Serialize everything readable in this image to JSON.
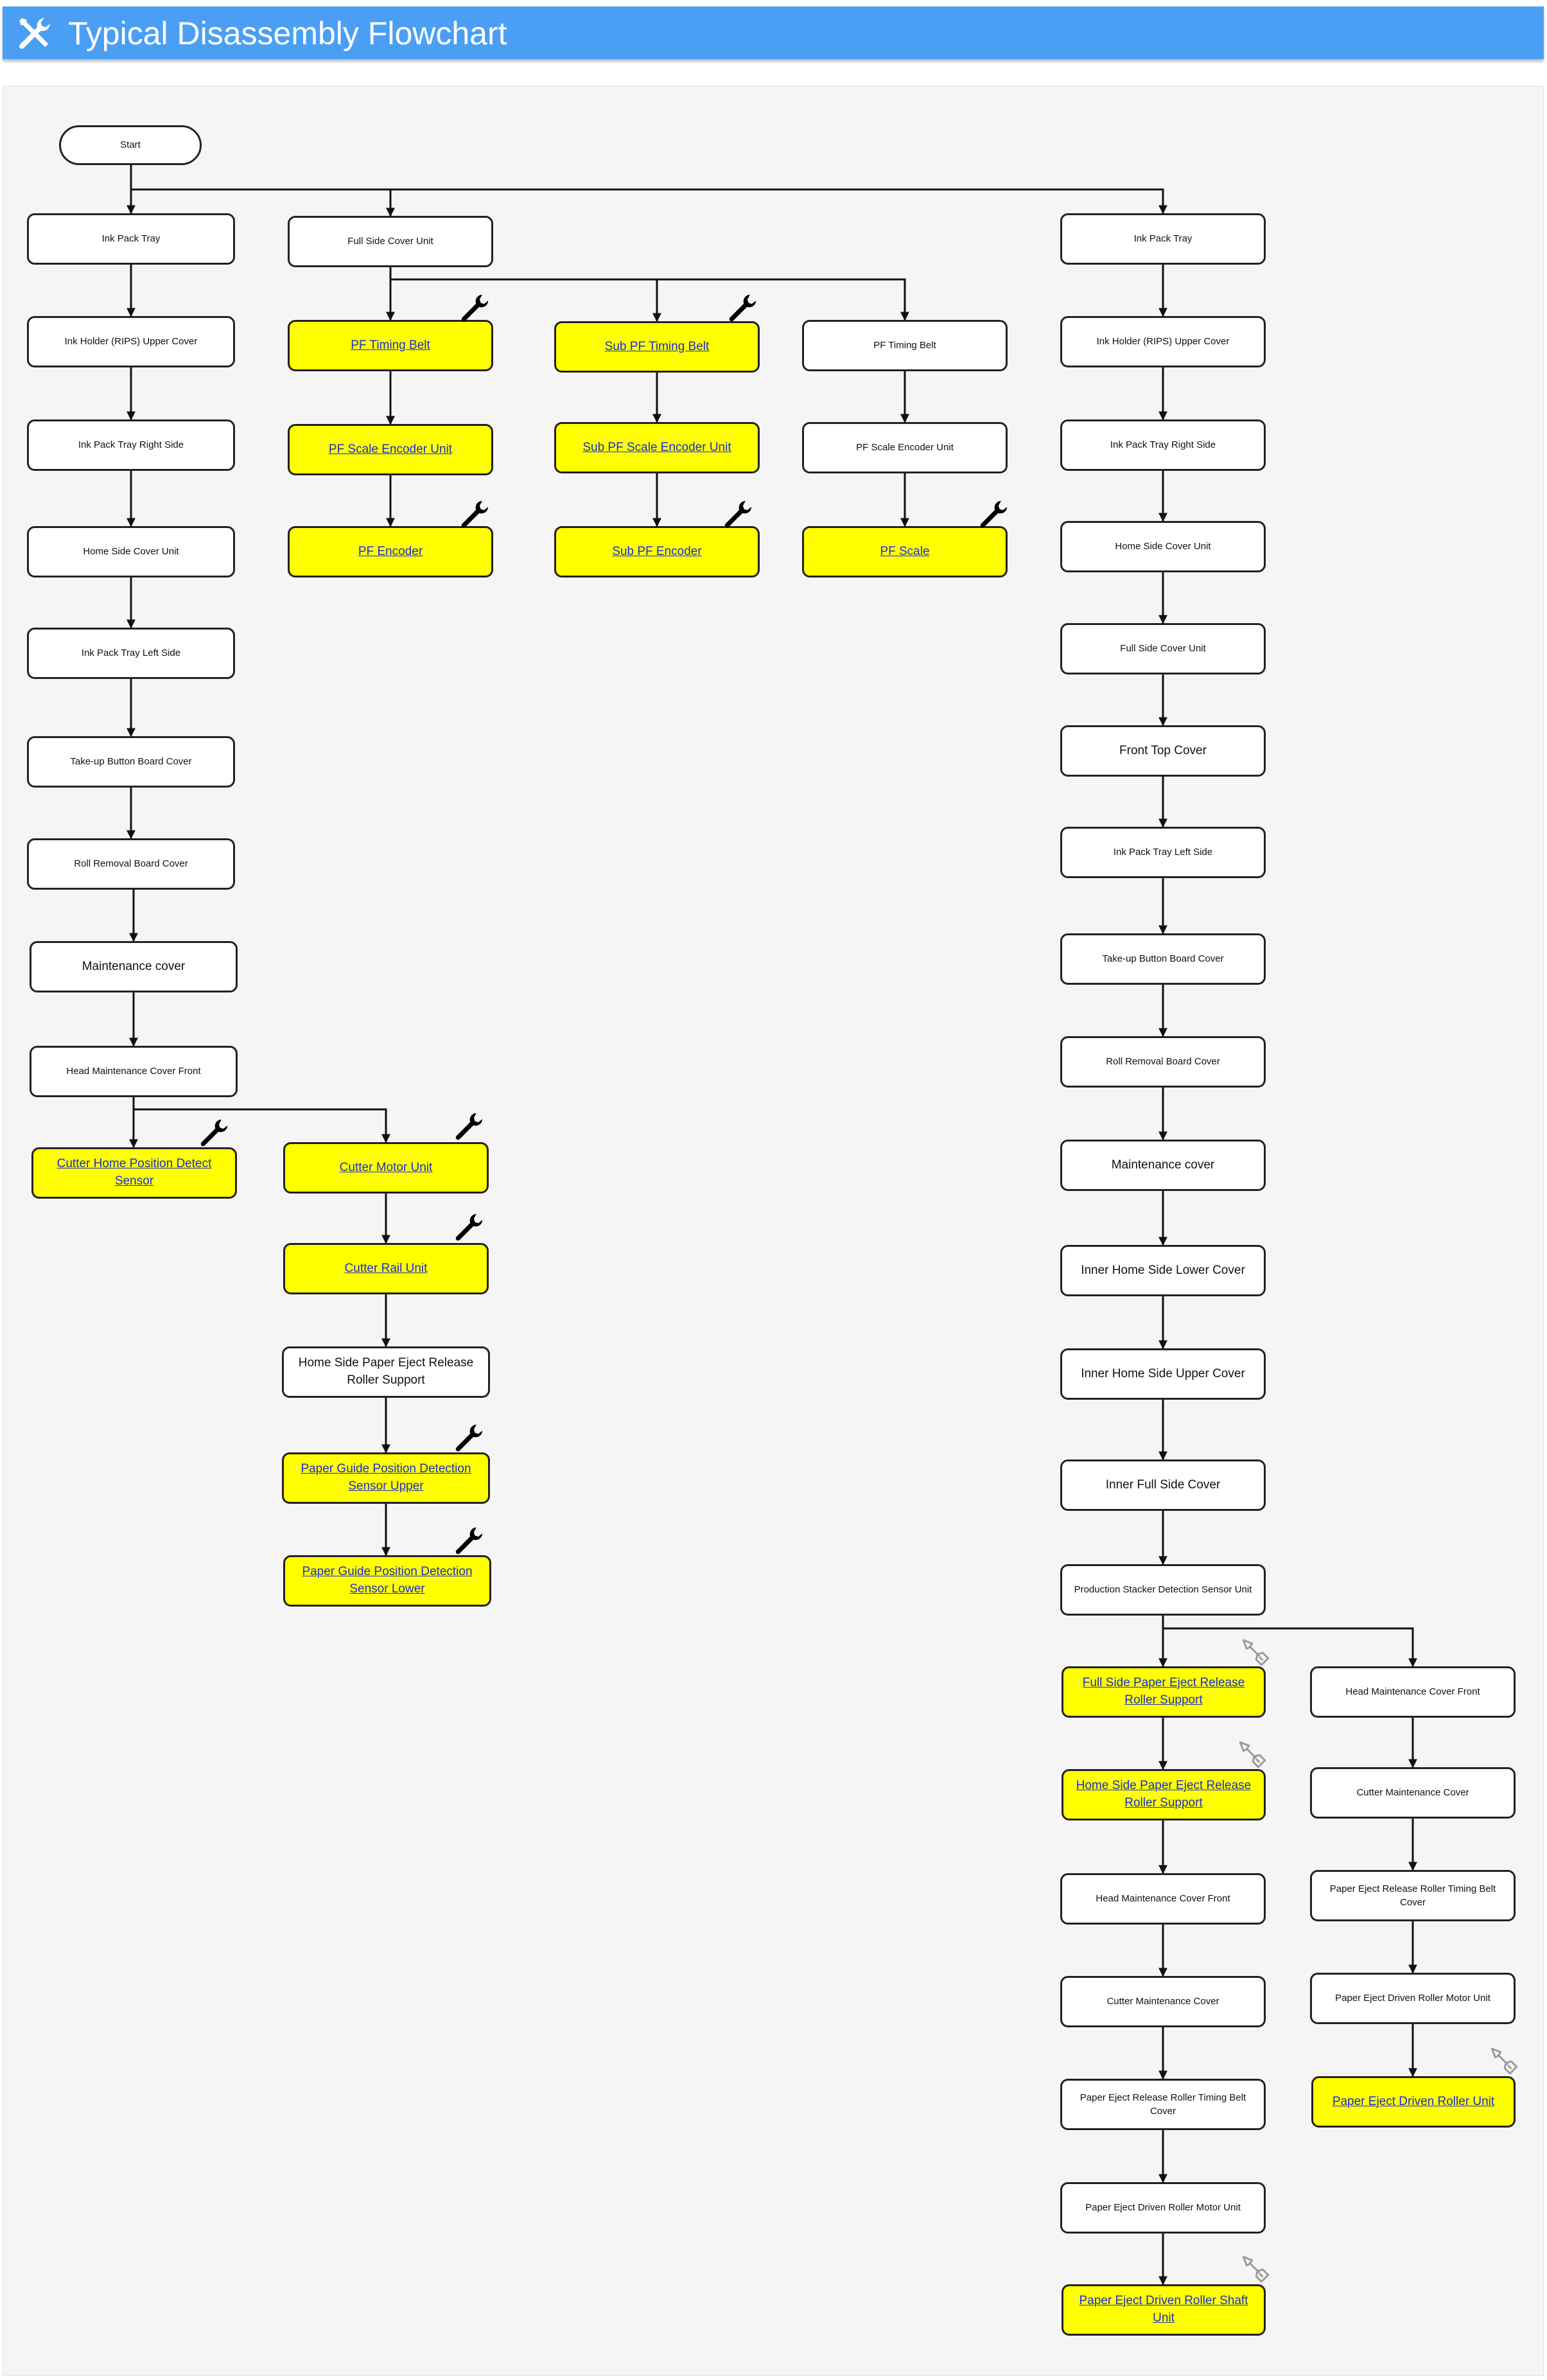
{
  "header": {
    "title": "Typical Disassembly Flowchart",
    "icon": "tools-icon",
    "color": "#4a9ff5"
  },
  "colors": {
    "highlight": "#ffff00",
    "link": "#1a2fc8",
    "line": "#111111"
  },
  "nodes": {
    "start": "Start",
    "c1_1": "Ink Pack Tray",
    "c1_2": "Ink Holder (RIPS) Upper Cover",
    "c1_3": "Ink Pack Tray Right Side",
    "c1_4": "Home Side Cover Unit",
    "c1_5": "Ink Pack Tray Left Side",
    "c1_6": "Take-up Button Board Cover",
    "c1_7": "Roll Removal Board Cover",
    "c1_8": "Maintenance cover",
    "c1_9": "Head Maintenance Cover Front",
    "c1_10": "Cutter Home Position Detect Sensor",
    "c2_1": "Cutter Motor Unit",
    "c2_2": "Cutter Rail Unit",
    "c2_3": "Home Side Paper Eject Release Roller Support",
    "c2_4": "Paper Guide Position Detection Sensor Upper",
    "c2_5": "Paper Guide Position Detection Sensor Lower",
    "fsc": "Full Side Cover Unit",
    "a1": "PF Timing Belt",
    "a2": "PF Scale Encoder Unit",
    "a3": "PF Encoder",
    "b1": "Sub PF Timing Belt",
    "b2": "Sub PF Scale Encoder Unit",
    "b3": "Sub PF Encoder",
    "d1": "PF Timing Belt",
    "d2": "PF Scale Encoder Unit",
    "d3": "PF Scale",
    "r1": "Ink Pack Tray",
    "r2": "Ink Holder (RIPS) Upper Cover",
    "r3": "Ink Pack Tray Right Side",
    "r4": "Home Side Cover Unit",
    "r5": "Full Side Cover Unit",
    "r6": "Front Top Cover",
    "r7": "Ink Pack Tray Left Side",
    "r8": "Take-up Button Board Cover",
    "r9": "Roll Removal Board Cover",
    "r10": "Maintenance cover",
    "r11": "Inner Home Side Lower Cover",
    "r12": "Inner Home Side Upper Cover",
    "r13": "Inner Full Side Cover",
    "r14": "Production Stacker Detection Sensor Unit",
    "r15": "Full Side Paper Eject Release Roller Support",
    "r16": "Home Side Paper Eject Release Roller Support",
    "r17": "Head Maintenance Cover Front",
    "r18": "Cutter Maintenance Cover",
    "r19": "Paper Eject Release Roller Timing Belt Cover",
    "r20": "Paper Eject Driven Roller Motor Unit",
    "r21": "Paper Eject Driven Roller Shaft Unit",
    "s1": "Head Maintenance Cover Front",
    "s2": "Cutter Maintenance Cover",
    "s3": "Paper Eject Release Roller Timing Belt Cover",
    "s4": "Paper Eject Driven Roller Motor Unit",
    "s5": "Paper Eject Driven Roller Unit"
  }
}
